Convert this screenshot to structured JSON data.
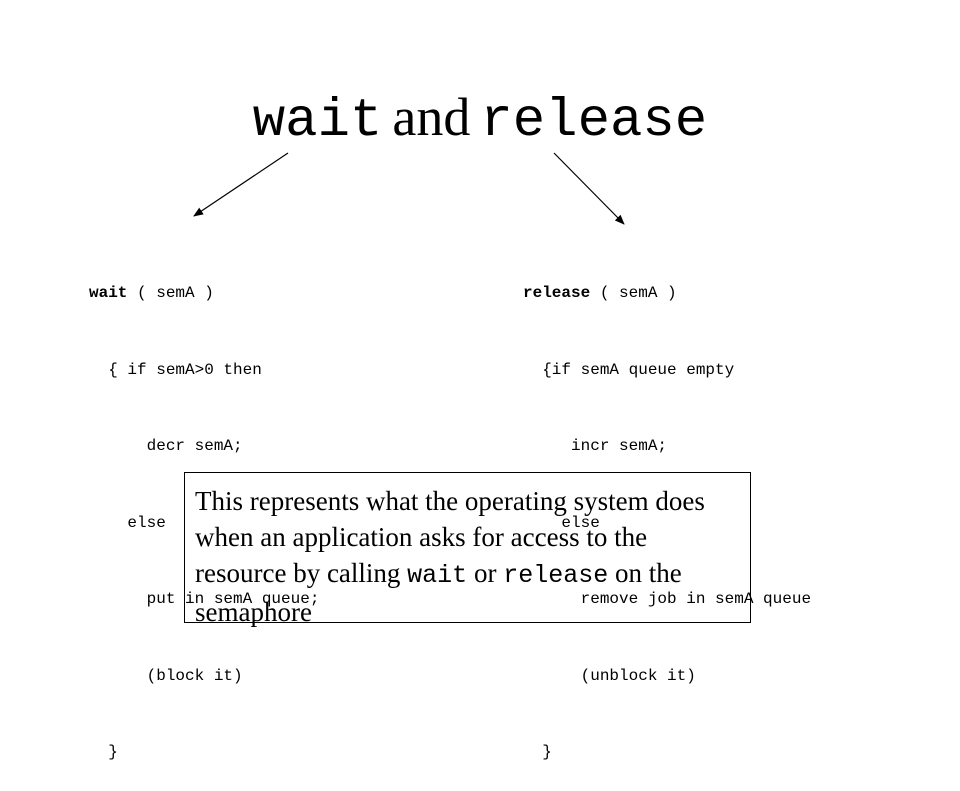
{
  "title": {
    "word_left": "wait",
    "connector": "and",
    "word_right": "release"
  },
  "wait_code": {
    "keyword": "wait",
    "signature_rest": " ( semA )",
    "lines": [
      "  { if semA>0 then",
      "      decr semA;",
      "    else",
      "      put in semA queue;",
      "      (block it)",
      "  }"
    ]
  },
  "release_code": {
    "keyword": "release",
    "signature_rest": " ( semA )",
    "lines": [
      "  {if semA queue empty",
      "     incr semA;",
      "    else",
      "      remove job in semA queue",
      "      (unblock it)",
      "  }"
    ]
  },
  "note": {
    "text_before": "This represents what the operating system does when an application asks for access to the resource by calling ",
    "code_wait": "wait",
    "text_or": " or ",
    "code_release": "release",
    "text_after": " on the semaphore"
  }
}
